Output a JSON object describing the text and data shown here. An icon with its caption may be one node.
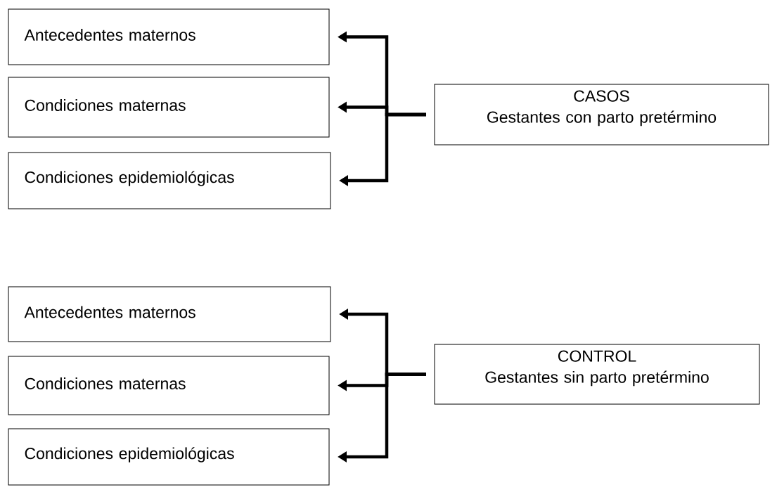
{
  "diagram": {
    "nodes": [
      {
        "text": [
          "Antecedentes maternos"
        ]
      },
      {
        "text": [
          "Condiciones maternas"
        ]
      },
      {
        "text": [
          "Condiciones epidemiológicas"
        ]
      },
      {
        "text": [
          "CASOS",
          "Gestantes con parto pretérmino"
        ]
      },
      {
        "text": [
          "Antecedentes maternos"
        ]
      },
      {
        "text": [
          "Condiciones maternas"
        ]
      },
      {
        "text": [
          "Condiciones epidemiológicas"
        ]
      },
      {
        "text": [
          "CONTROL",
          "Gestantes sin parto pretérmino"
        ]
      }
    ],
    "edges": [
      {
        "from": 3,
        "to": 0,
        "arrow": "to"
      },
      {
        "from": 3,
        "to": 1,
        "arrow": "to"
      },
      {
        "from": 3,
        "to": 2,
        "arrow": "to"
      },
      {
        "from": 7,
        "to": 4,
        "arrow": "to"
      },
      {
        "from": 7,
        "to": 5,
        "arrow": "to"
      },
      {
        "from": 7,
        "to": 6,
        "arrow": "to"
      }
    ]
  }
}
